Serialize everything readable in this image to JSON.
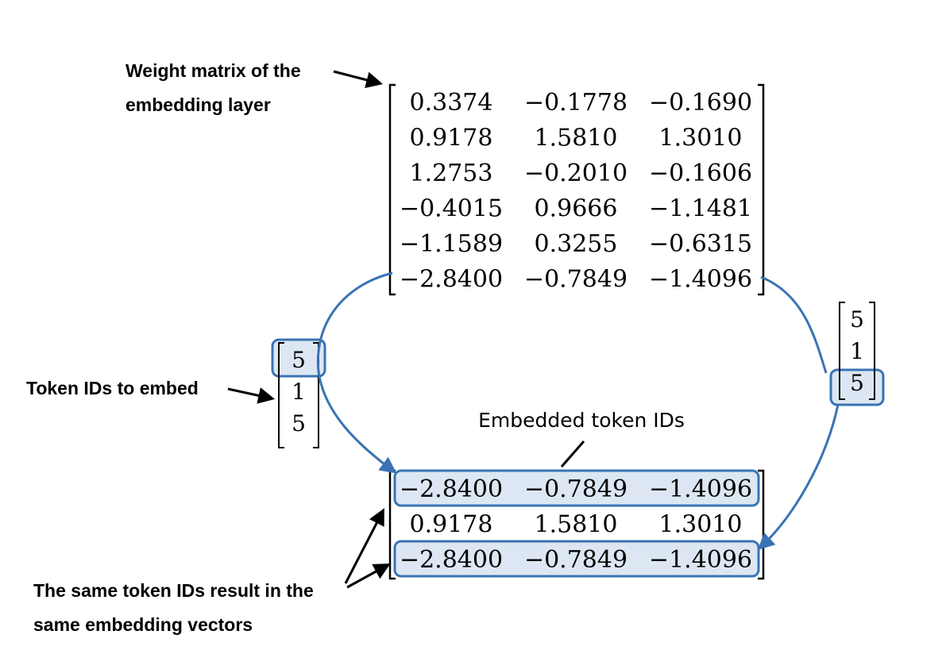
{
  "annotations": {
    "weight_matrix_line1": "Weight matrix of the",
    "weight_matrix_line2": "embedding layer",
    "token_ids": "Token IDs to embed",
    "embedded_label": "Embedded token IDs",
    "same_line1": "The same token IDs result in the",
    "same_line2": "same embedding vectors"
  },
  "weight_matrix": [
    [
      "0.3374",
      "−0.1778",
      "−0.1690"
    ],
    [
      "0.9178",
      "1.5810",
      "1.3010"
    ],
    [
      "1.2753",
      "−0.2010",
      "−0.1606"
    ],
    [
      "−0.4015",
      "0.9666",
      "−1.1481"
    ],
    [
      "−1.1589",
      "0.3255",
      "−0.6315"
    ],
    [
      "−2.8400",
      "−0.7849",
      "−1.4096"
    ]
  ],
  "token_ids": [
    "5",
    "1",
    "5"
  ],
  "embedded": [
    [
      "−2.8400",
      "−0.7849",
      "−1.4096"
    ],
    [
      "0.9178",
      "1.5810",
      "1.3010"
    ],
    [
      "−2.8400",
      "−0.7849",
      "−1.4096"
    ]
  ],
  "colors": {
    "highlight_stroke": "#3a73b5",
    "highlight_fill": "#dde7f3",
    "arrow": "#3a73b5"
  }
}
